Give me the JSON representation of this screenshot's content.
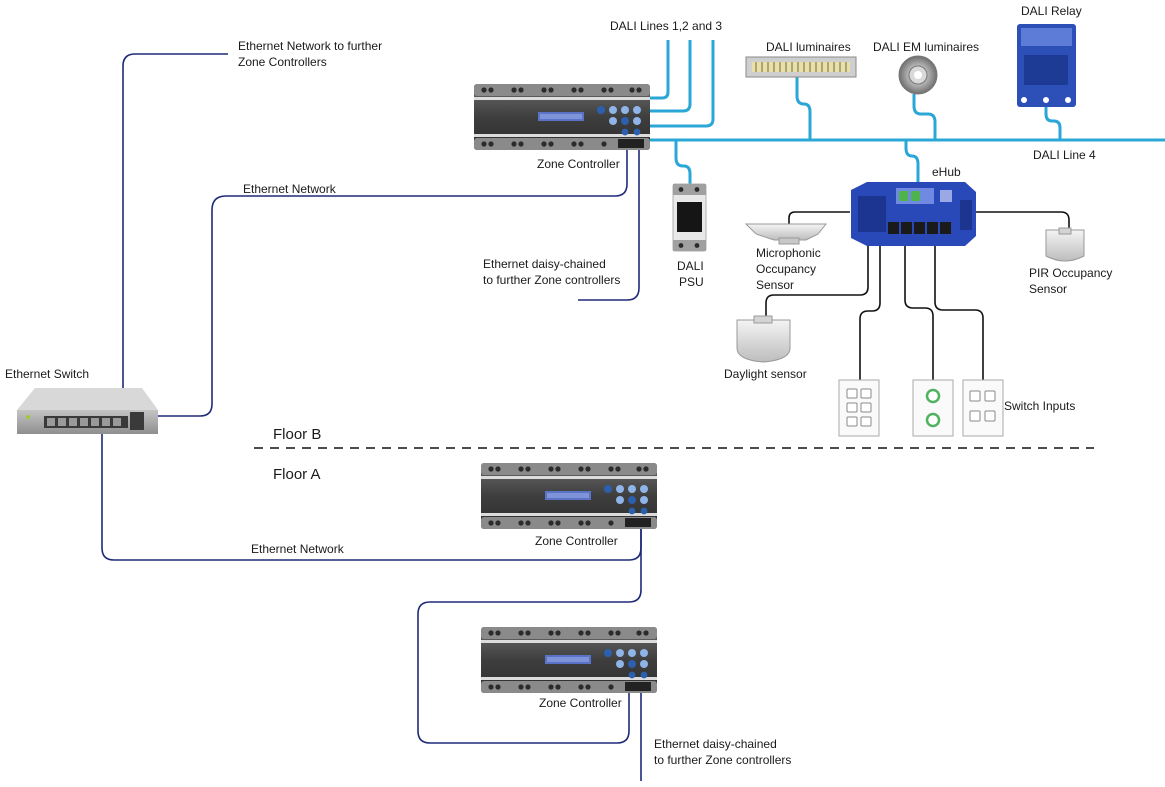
{
  "labels": {
    "dali_lines_123": "DALI Lines 1,2 and 3",
    "dali_luminaires": "DALI luminaires",
    "dali_em_luminaires": "DALI EM luminaires",
    "dali_relay": "DALI Relay",
    "dali_line_4": "DALI Line 4",
    "eth_further_l1": "Ethernet Network to further",
    "eth_further_l2": "Zone Controllers",
    "ethernet_network_top": "Ethernet Network",
    "ethernet_network_bottom": "Ethernet Network",
    "zone_controller_top": "Zone Controller",
    "zone_controller_mid": "Zone Controller",
    "zone_controller_bottom": "Zone Controller",
    "ehub": "eHub",
    "daisy_top_l1": "Ethernet daisy-chained",
    "daisy_top_l2": "to further Zone controllers",
    "daisy_bottom_l1": "Ethernet daisy-chained",
    "daisy_bottom_l2": "to further Zone controllers",
    "dali_psu_l1": "DALI",
    "dali_psu_l2": "PSU",
    "mic_sensor_l1": "Microphonic",
    "mic_sensor_l2": "Occupancy",
    "mic_sensor_l3": "Sensor",
    "pir_sensor_l1": "PIR Occupancy",
    "pir_sensor_l2": "Sensor",
    "daylight_sensor": "Daylight sensor",
    "switch_inputs": "Switch Inputs",
    "ethernet_switch": "Ethernet Switch",
    "floor_b": "Floor B",
    "floor_a": "Floor A"
  },
  "colors": {
    "ethernet_cable": "#1f2a78",
    "dali_bus": "#2aa7d6",
    "ehub_body": "#2a49b8",
    "relay_body": "#2d4fb8",
    "controller_body": "#4a4a4a",
    "button_blue": "#2c5fae"
  }
}
